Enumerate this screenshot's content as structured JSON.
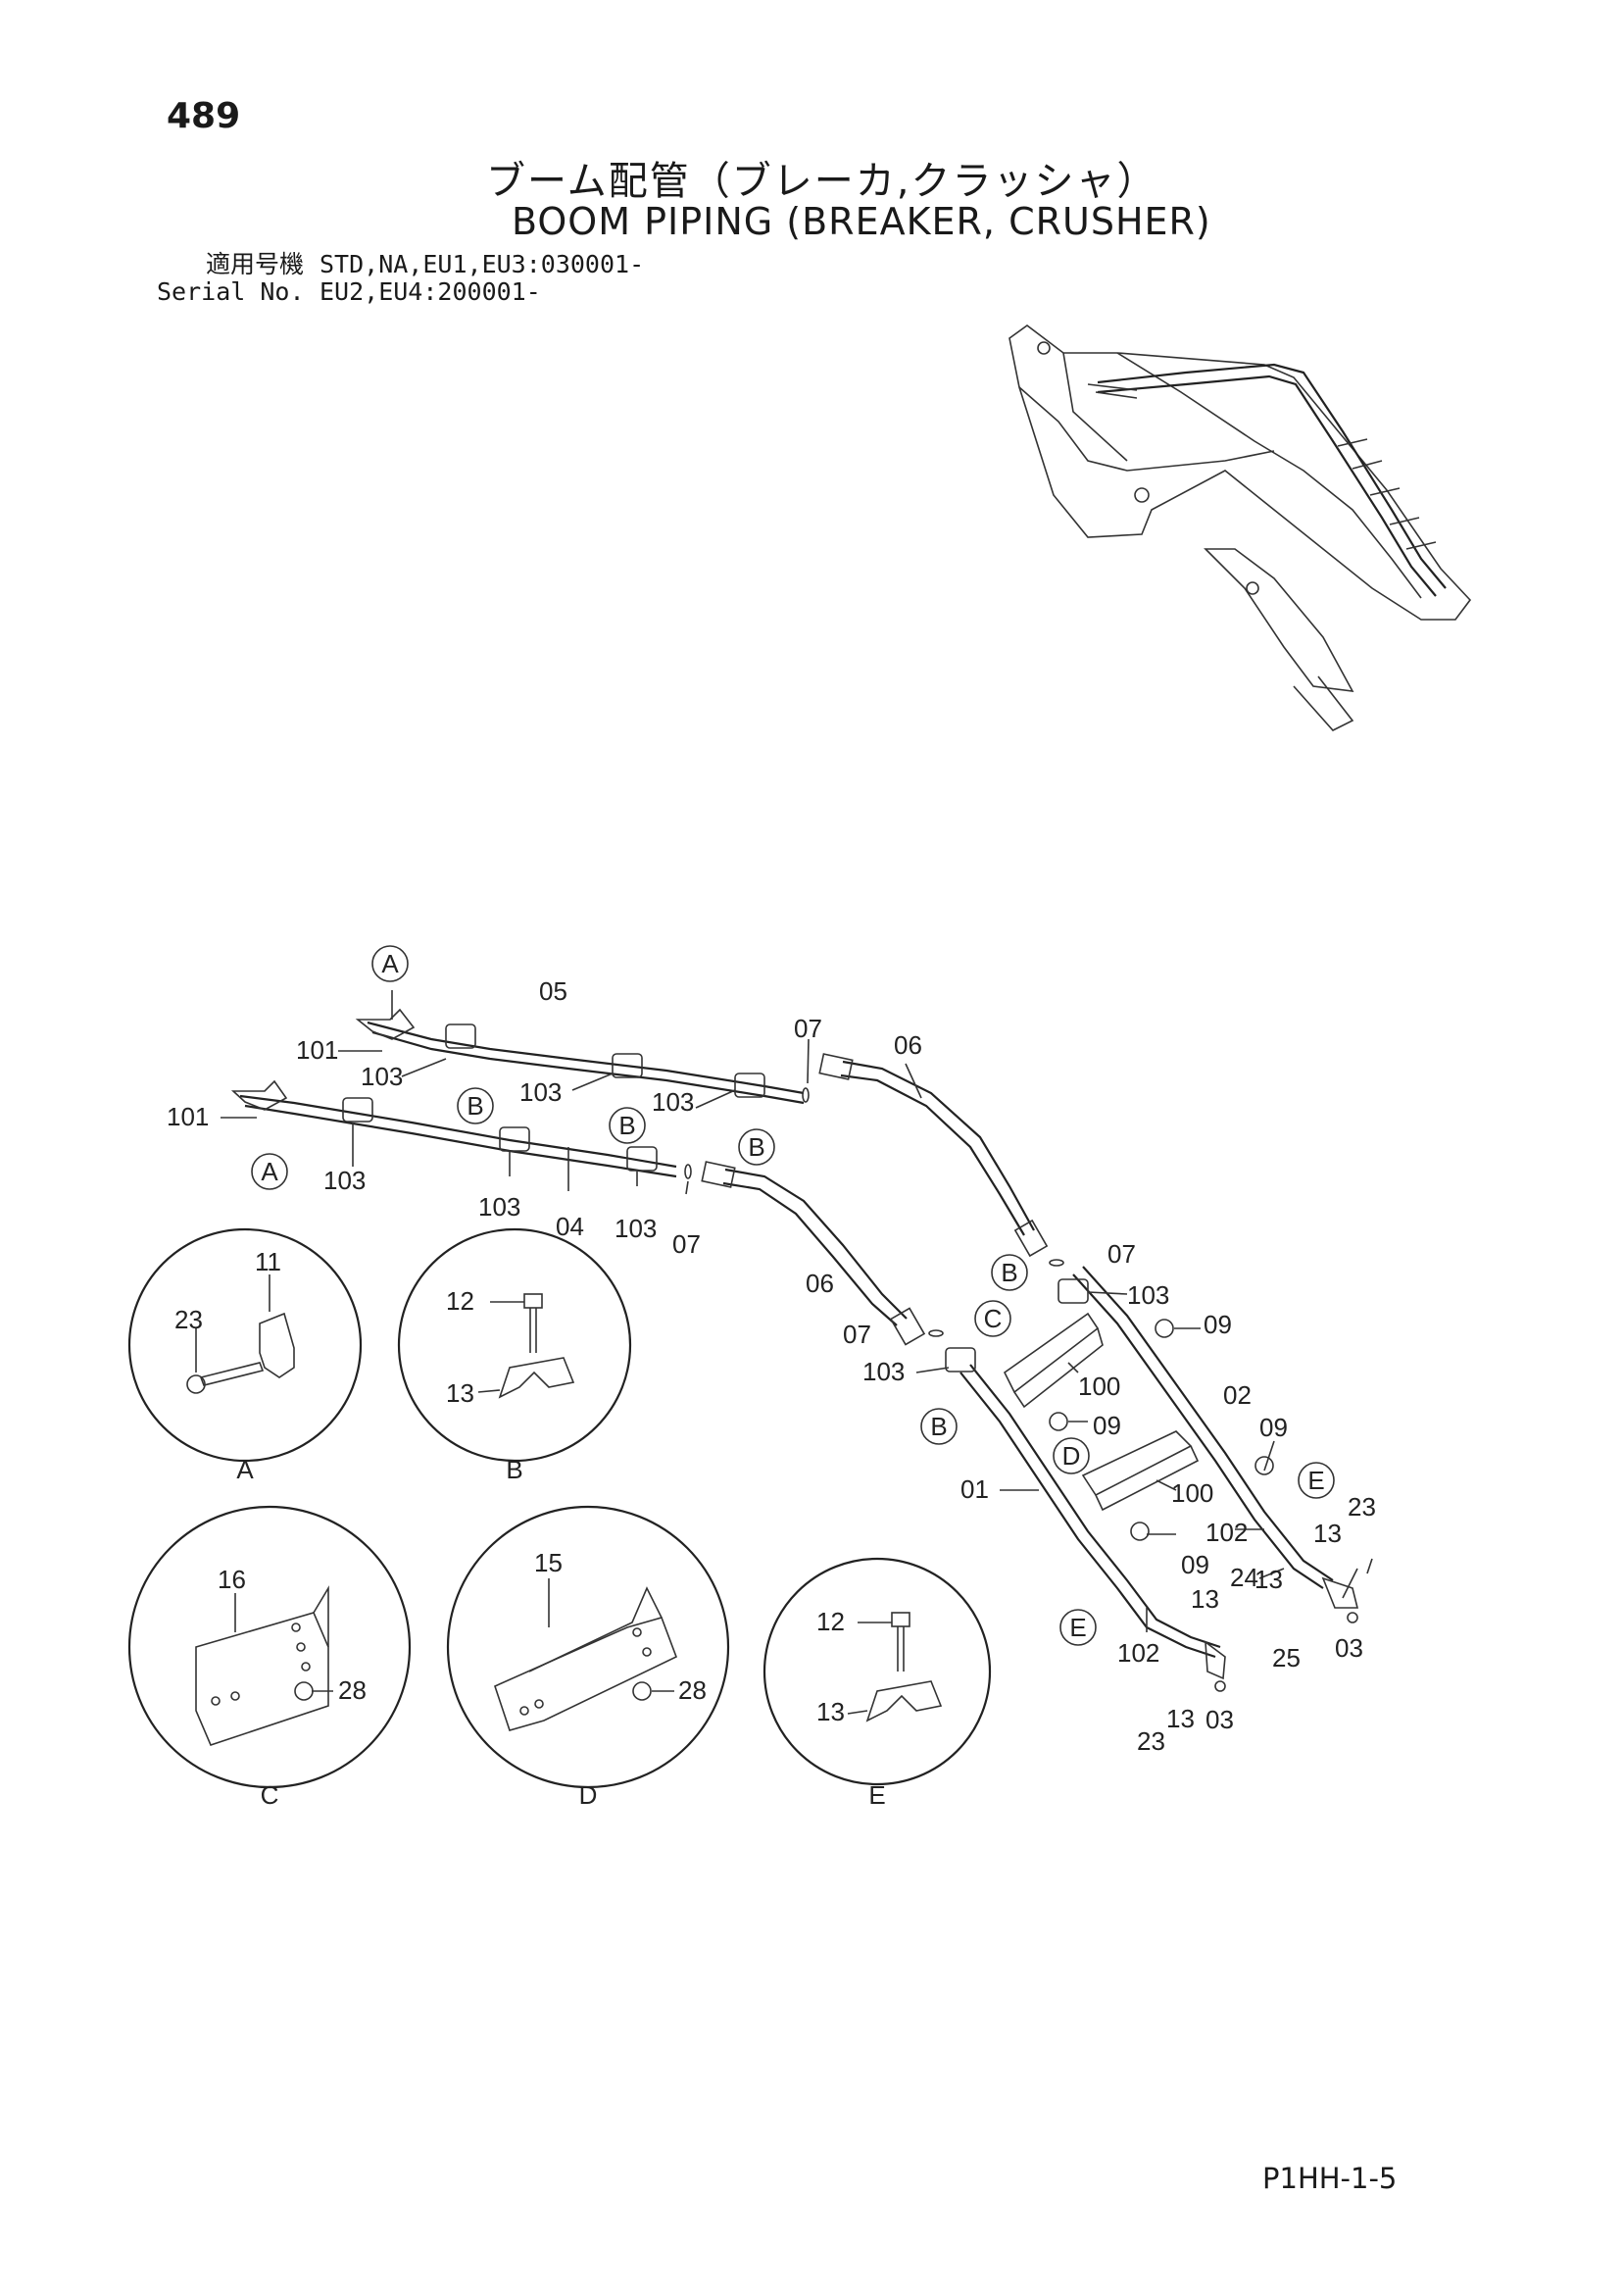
{
  "header": {
    "page_number": "489",
    "title_jp": "ブーム配管（ブレーカ,クラッシャ）",
    "title_en": "BOOM PIPING (BREAKER, CRUSHER)",
    "applicability": [
      {
        "label": "適用号機",
        "value": "STD,NA,EU1,EU3:030001-"
      },
      {
        "label": "Serial No.",
        "value": "EU2,EU4:200001-"
      }
    ]
  },
  "callouts": {
    "ref_A": "A",
    "ref_B": "B",
    "ref_C": "C",
    "ref_D": "D",
    "ref_E": "E"
  },
  "parts": {
    "p01": "01",
    "p02": "02",
    "p03": "03",
    "p04": "04",
    "p05": "05",
    "p06": "06",
    "p07": "07",
    "p09": "09",
    "p11": "11",
    "p12": "12",
    "p13": "13",
    "p15": "15",
    "p16": "16",
    "p23": "23",
    "p24": "24",
    "p25": "25",
    "p28": "28",
    "p100": "100",
    "p101": "101",
    "p102": "102",
    "p103": "103"
  },
  "detail_views": [
    "A",
    "B",
    "C",
    "D",
    "E"
  ],
  "footer": {
    "code": "P1HH-1-5"
  }
}
